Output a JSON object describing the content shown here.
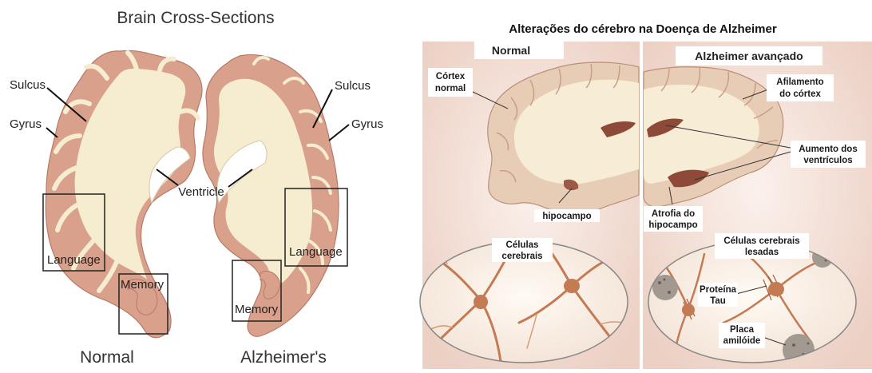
{
  "left": {
    "title": "Brain Cross-Sections",
    "labels": {
      "sulcus_left": "Sulcus",
      "gyrus_left": "Gyrus",
      "ventricle": "Ventricle",
      "sulcus_right": "Sulcus",
      "gyrus_right": "Gyrus",
      "language_left": "Language",
      "memory_left": "Memory",
      "language_right": "Language",
      "memory_right": "Memory"
    },
    "captions": {
      "normal": "Normal",
      "alzheimers": "Alzheimer's"
    }
  },
  "right": {
    "title": "Alterações do cérebro na Doença de Alzheimer",
    "panel_normal": "Normal",
    "panel_alz": "Alzheimer avançado",
    "labels": {
      "cortex_normal_1": "Córtex",
      "cortex_normal_2": "normal",
      "hipocampo": "hipocampo",
      "afilamento_1": "Afilamento",
      "afilamento_2": "do córtex",
      "aumento_1": "Aumento dos",
      "aumento_2": "ventrículos",
      "atrofia_1": "Atrofia do",
      "atrofia_2": "hipocampo",
      "celulas_1": "Células",
      "celulas_2": "cerebrais",
      "lesadas_1": "Células cerebrais",
      "lesadas_2": "lesadas",
      "tau_1": "Proteína",
      "tau_2": "Tau",
      "placa_1": "Placa",
      "placa_2": "amilóide"
    }
  },
  "colors": {
    "cortex": "#d9a08c",
    "white_matter": "#f6ecd0",
    "ventricle": "#ffffff",
    "ventricle_alz": "#8d4a38",
    "neuron": "#c47a52",
    "background_right": "#f3e1d9"
  }
}
